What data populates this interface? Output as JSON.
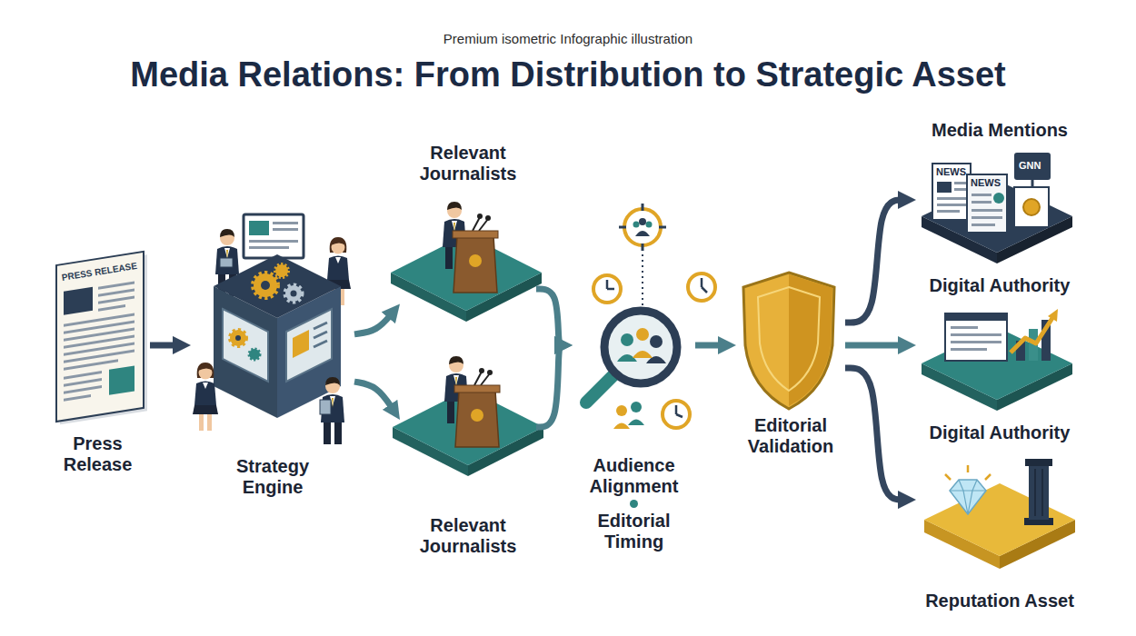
{
  "diagram": {
    "title": "Media Relations: From Distribution to Strategic Asset",
    "nodes": [
      {
        "text": [
          "Press Release"
        ]
      },
      {
        "text": [
          "Strategy Engine"
        ]
      },
      {
        "text": [
          "Relevant Journalists"
        ]
      },
      {
        "text": [
          "Relevant Journalists"
        ]
      },
      {
        "text": [
          "Audience Alignment",
          "Editorial Timing"
        ]
      },
      {
        "text": [
          "Editorial Validation"
        ]
      },
      {
        "text": [
          "Media Mentions",
          "Digital Authority"
        ]
      },
      {
        "text": [
          "Digital Authority"
        ]
      },
      {
        "text": [
          "Reputation Asset"
        ]
      }
    ],
    "edges": [
      {
        "from": 0,
        "to": 1,
        "arrow": "to"
      },
      {
        "from": 1,
        "to": 2,
        "arrow": "to"
      },
      {
        "from": 1,
        "to": 3,
        "arrow": "to"
      },
      {
        "from": 2,
        "to": 4,
        "arrow": "to"
      },
      {
        "from": 3,
        "to": 4,
        "arrow": "to"
      },
      {
        "from": 4,
        "to": 5,
        "arrow": "to"
      },
      {
        "from": 5,
        "to": 6,
        "arrow": "to"
      },
      {
        "from": 5,
        "to": 7,
        "arrow": "to"
      },
      {
        "from": 5,
        "to": 8,
        "arrow": "to"
      }
    ],
    "labels": [
      "Premium isometric Infographic illustration",
      "PRESS RELEASE",
      "NEWS",
      "NEWS",
      "GNN"
    ]
  }
}
